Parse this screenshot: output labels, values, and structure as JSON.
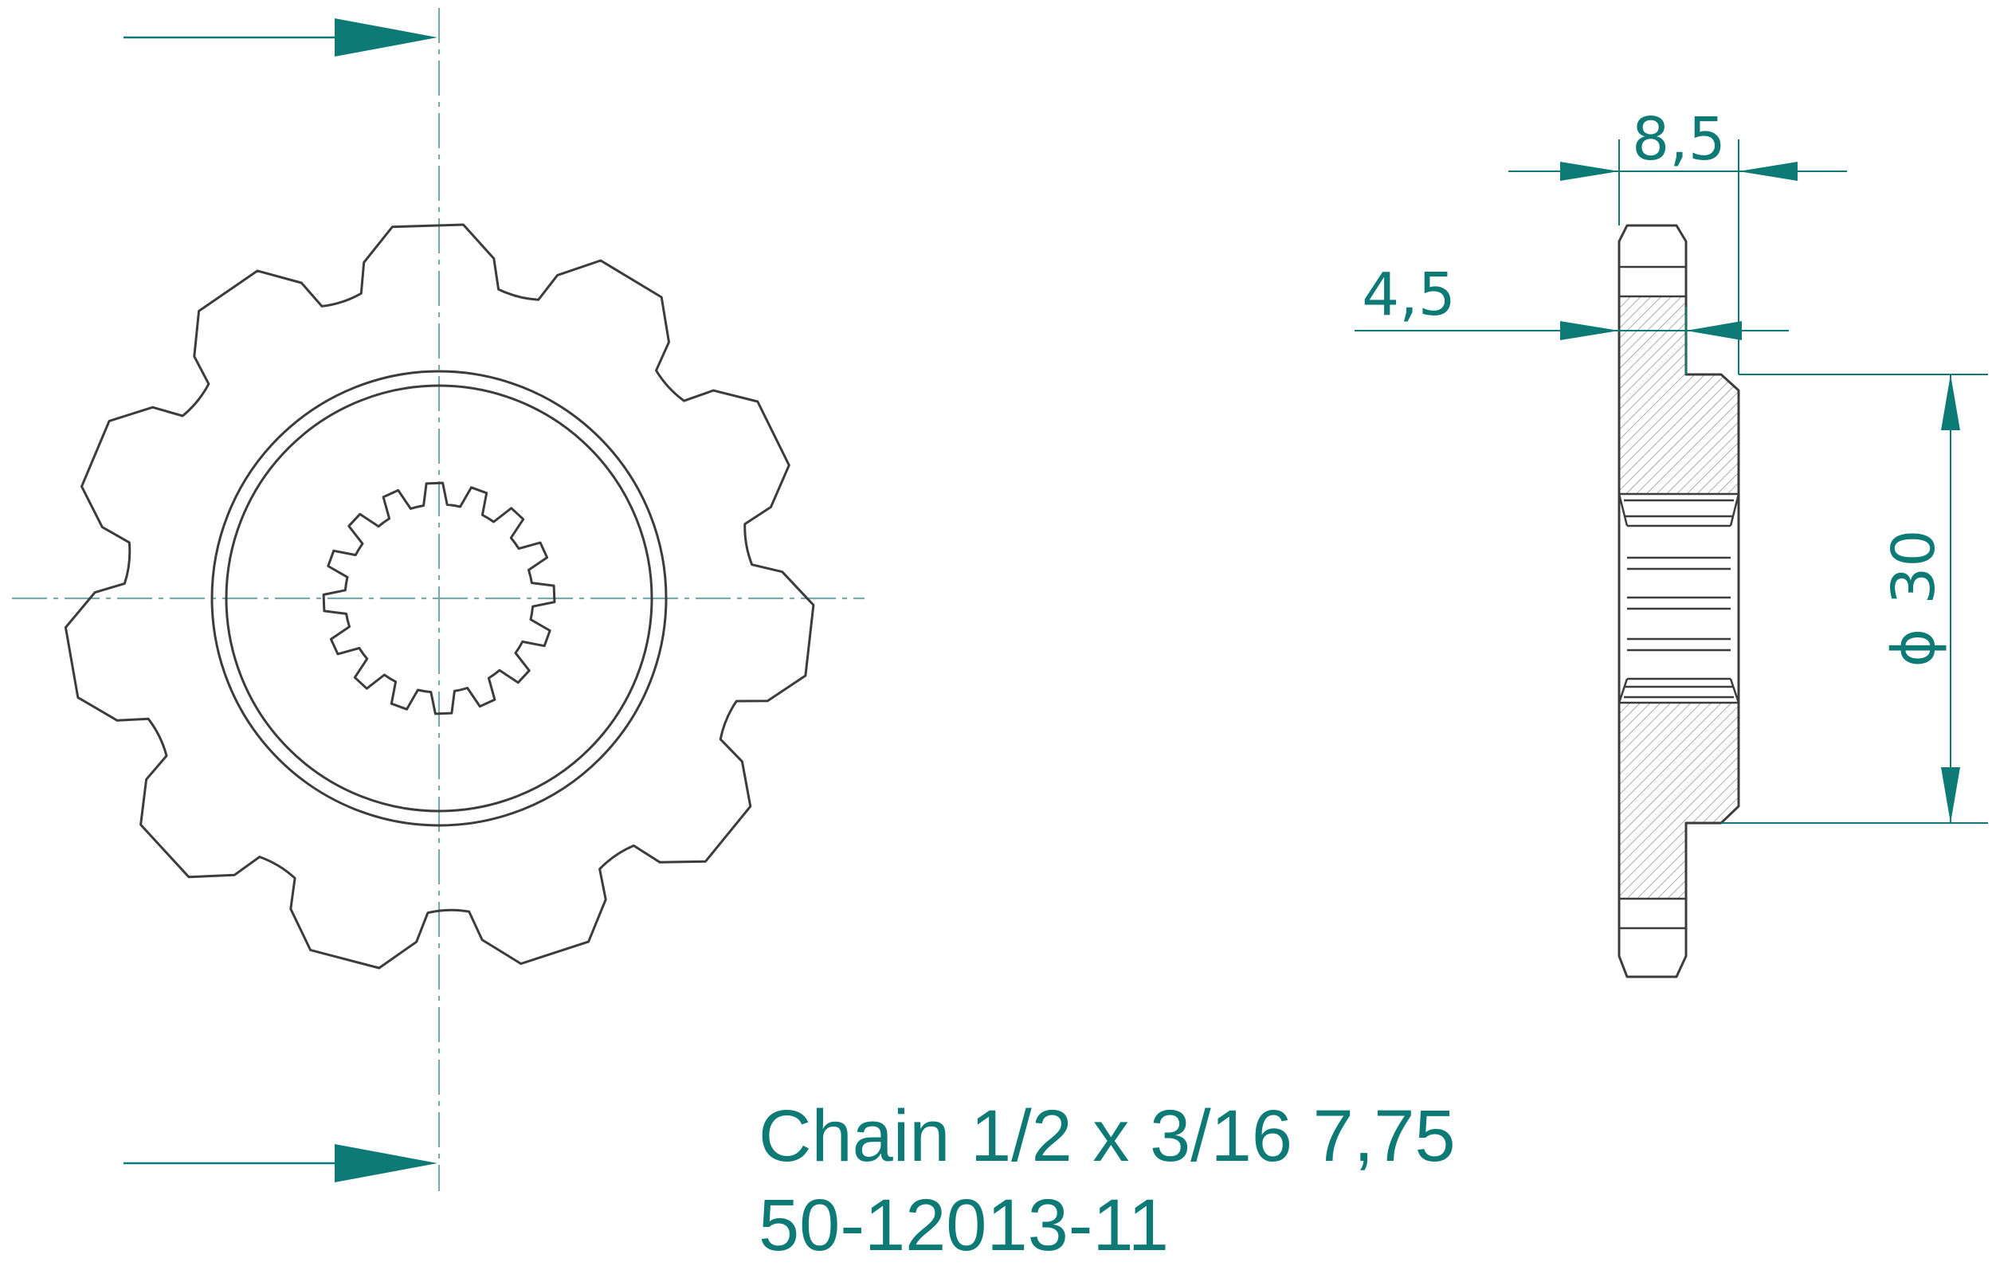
{
  "drawing": {
    "teeth_count": 11,
    "spline_count": 16,
    "colors": {
      "outline": "#3c3c3c",
      "dimension": "#0e7a76",
      "center_line": "#7aa9a9",
      "hatch": "#7f7f7f"
    }
  },
  "dimensions": {
    "width_total": "8,5",
    "hub_offset": "4,5",
    "bore_diameter_symbol": "ϕ",
    "bore_diameter": "30"
  },
  "caption": {
    "line1": "Chain 1/2 x 3/16 7,75",
    "line2": "50-12013-11"
  }
}
